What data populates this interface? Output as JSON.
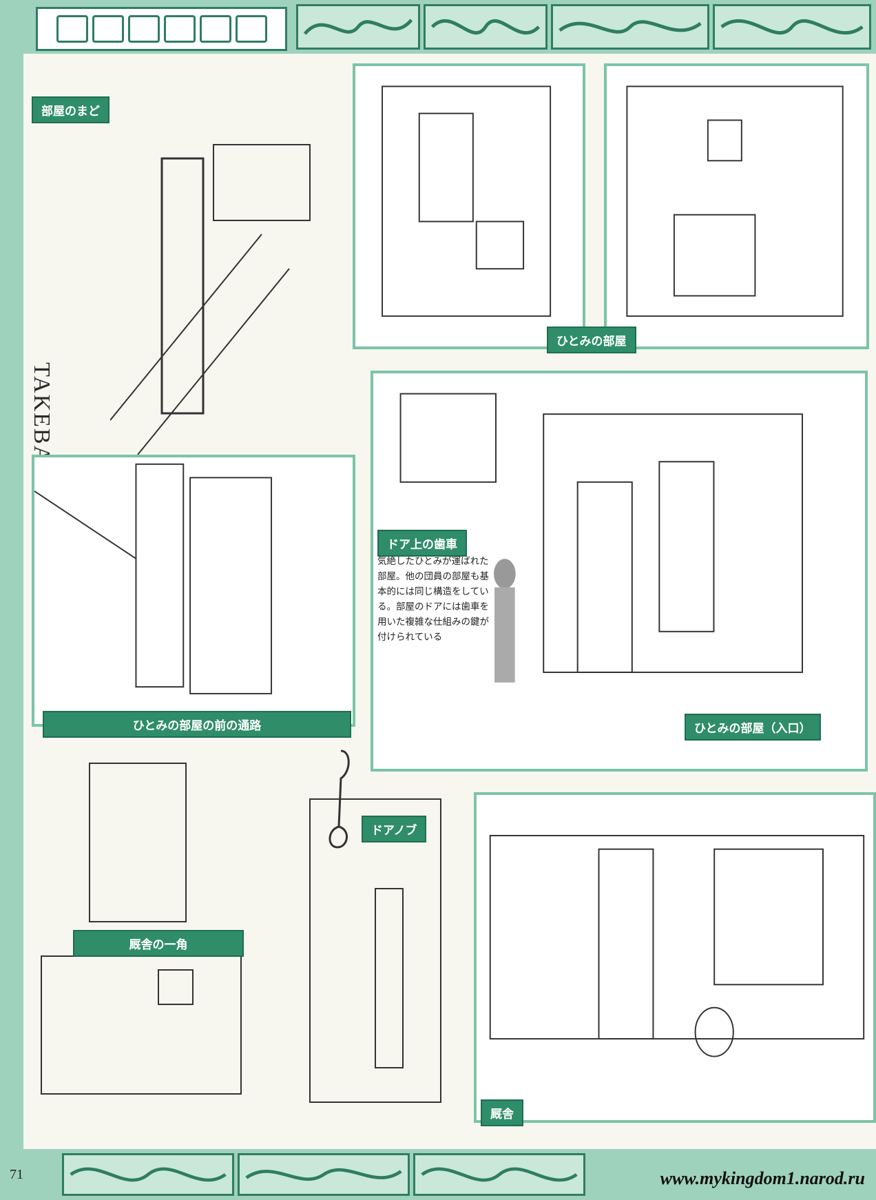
{
  "header": {
    "title_glyphs": "decorative-title"
  },
  "side_label": "TAKEBA WORKS",
  "captions": {
    "heya_no_mado": "部屋のまど",
    "hitomi_room": "ひとみの部屋",
    "gear_above_door": "ドア上の歯車",
    "corridor": "ひとみの部屋の前の通路",
    "hitomi_room_entrance": "ひとみの部屋（入口）",
    "door_knob": "ドアノブ",
    "stable_corner": "厩舎の一角",
    "stable": "厩舎"
  },
  "description": "気絶したひとみが運ばれた部屋。他の団員の部屋も基本的には同じ構造をしている。部屋のドアには歯車を用いた複雑な仕組みの鍵が付けられている",
  "footer": {
    "page_number": "71",
    "url": "www.mykingdom1.narod.ru"
  },
  "colors": {
    "frame": "#9fd2bd",
    "frame_dark": "#2f7d63",
    "caption_bg": "#2f8d6a"
  },
  "icons": [
    "scroll-ornament-icon",
    "title-lettering-icon"
  ]
}
